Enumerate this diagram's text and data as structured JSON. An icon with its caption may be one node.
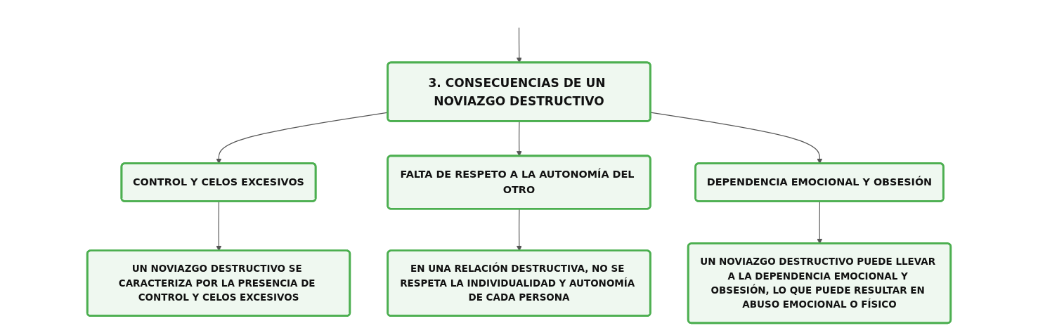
{
  "diagram": {
    "nodes": [
      {
        "text": [
          "3. CONSECUENCIAS DE UN NOVIAZGO DESTRUCTIVO"
        ]
      },
      {
        "text": [
          "CONTROL Y CELOS EXCESIVOS"
        ]
      },
      {
        "text": [
          "FALTA DE RESPETO A LA AUTONOMÍA DEL OTRO"
        ]
      },
      {
        "text": [
          "DEPENDENCIA EMOCIONAL Y OBSESIÓN"
        ]
      },
      {
        "text": [
          "UN NOVIAZGO DESTRUCTIVO SE CARACTERIZA POR LA PRESENCIA DE CONTROL Y CELOS EXCESIVOS"
        ]
      },
      {
        "text": [
          "EN UNA RELACIÓN DESTRUCTIVA, NO SE RESPETA LA INDIVIDUALIDAD Y AUTONOMÍA DE CADA PERSONA"
        ]
      },
      {
        "text": [
          "UN NOVIAZGO DESTRUCTIVO PUEDE LLEVAR A LA DEPENDENCIA EMOCIONAL Y OBSESIÓN, LO QUE PUEDE RESULTAR EN ABUSO EMOCIONAL O FÍSICO"
        ]
      }
    ],
    "edges": [
      {
        "from": null,
        "to": 0,
        "arrow": "to"
      },
      {
        "from": 0,
        "to": 1,
        "arrow": "to"
      },
      {
        "from": 0,
        "to": 2,
        "arrow": "to"
      },
      {
        "from": 0,
        "to": 3,
        "arrow": "to"
      },
      {
        "from": 1,
        "to": 4,
        "arrow": "to"
      },
      {
        "from": 2,
        "to": 5,
        "arrow": "to"
      },
      {
        "from": 3,
        "to": 6,
        "arrow": "to"
      }
    ]
  }
}
